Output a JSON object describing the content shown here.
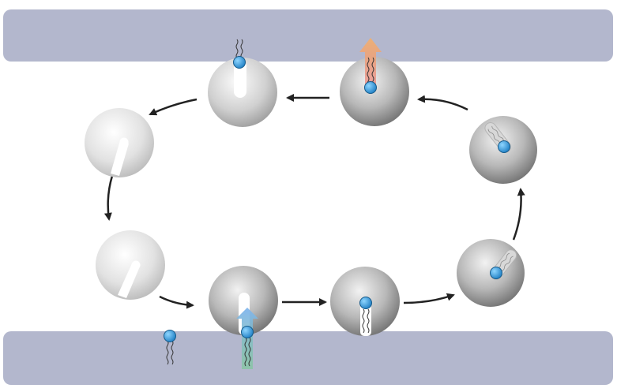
{
  "diagram": {
    "kind": "lipid-transfer-cycle",
    "text_labels": [],
    "colors": {
      "membrane": "#b3b7cd",
      "sphere_dark": "#8a8a8a",
      "sphere_light": "#d8d8d8",
      "lipid_head": "#2e9fe0",
      "arrow": "#222222",
      "release_arrow": "#e8a060",
      "uptake_arrow": "#6fae8a",
      "uptake_arrow_top": "#8ec0ee"
    },
    "components": [
      {
        "id": "donor-membrane",
        "type": "membrane"
      },
      {
        "id": "acceptor-membrane",
        "type": "membrane"
      },
      {
        "id": "stage-1",
        "type": "protein",
        "state": "open-empty"
      },
      {
        "id": "stage-2",
        "type": "protein",
        "state": "lipid-extraction"
      },
      {
        "id": "stage-3",
        "type": "protein",
        "state": "lipid-bound"
      },
      {
        "id": "stage-4",
        "type": "protein",
        "state": "closed-lipid-bound"
      },
      {
        "id": "stage-5",
        "type": "protein",
        "state": "closed-lipid-bound"
      },
      {
        "id": "stage-6",
        "type": "protein",
        "state": "lipid-release"
      },
      {
        "id": "stage-7",
        "type": "protein",
        "state": "lipid-delivered"
      },
      {
        "id": "stage-8",
        "type": "protein",
        "state": "open-empty"
      }
    ]
  }
}
